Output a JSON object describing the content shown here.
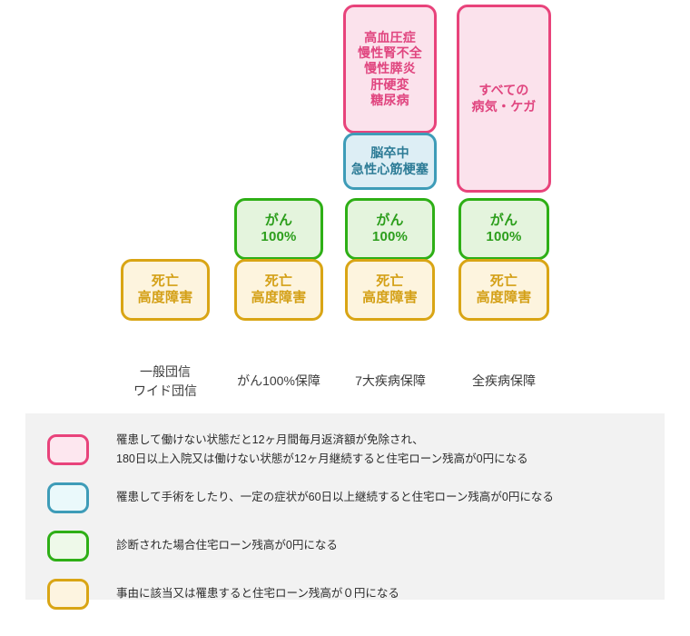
{
  "chart": {
    "columns": [
      {
        "id": "ippan-wide-danshin",
        "label": "一般団信\nワイド団信",
        "boxes": [
          {
            "id": "yellow-death-1",
            "kind": "yellow",
            "text": "死亡\n高度障害"
          }
        ]
      },
      {
        "id": "gan-100-hosho",
        "label": "がん100%保障",
        "boxes": [
          {
            "id": "green-cancer-2",
            "kind": "green",
            "text": "がん\n100%"
          },
          {
            "id": "yellow-death-2",
            "kind": "yellow",
            "text": "死亡\n高度障害"
          }
        ]
      },
      {
        "id": "nanadai-shippei-hosho",
        "label": "7大疾病保障",
        "boxes": [
          {
            "id": "pink-diseases-3",
            "kind": "pink",
            "text": "高血圧症\n慢性腎不全\n慢性膵炎\n肝硬変\n糖尿病"
          },
          {
            "id": "blue-diseases-3",
            "kind": "blue",
            "text": "脳卒中\n急性心筋梗塞"
          },
          {
            "id": "green-cancer-3",
            "kind": "green",
            "text": "がん\n100%"
          },
          {
            "id": "yellow-death-3",
            "kind": "yellow",
            "text": "死亡\n高度障害"
          }
        ]
      },
      {
        "id": "zenshippei-hosho",
        "label": "全疾病保障",
        "boxes": [
          {
            "id": "pink-all-4",
            "kind": "pink",
            "text": "すべての\n病気・ケガ"
          },
          {
            "id": "green-cancer-4",
            "kind": "green",
            "text": "がん\n100%"
          },
          {
            "id": "yellow-death-4",
            "kind": "yellow",
            "text": "死亡\n高度障害"
          }
        ]
      }
    ]
  },
  "legend": {
    "items": [
      {
        "id": "legend-pink",
        "kind": "pink",
        "text": "罹患して働けない状態だと12ヶ月間毎月返済額が免除され、\n180日以上入院又は働けない状態が12ヶ月継続すると住宅ローン残高が0円になる"
      },
      {
        "id": "legend-blue",
        "kind": "blue",
        "text": "罹患して手術をしたり、一定の症状が60日以上継続すると住宅ローン残高が0円になる"
      },
      {
        "id": "legend-green",
        "kind": "green",
        "text": "診断された場合住宅ローン残高が0円になる"
      },
      {
        "id": "legend-yellow",
        "kind": "yellow",
        "text": "事由に該当又は罹患すると住宅ローン残高が０円になる"
      }
    ]
  },
  "colors": {
    "pink_border": "#e8437b",
    "pink_fill": "#fbe2ec",
    "blue_border": "#3e9cb8",
    "blue_fill": "#ddeef5",
    "green_border": "#2eaf16",
    "green_fill": "#e4f4dd",
    "yellow_border": "#d9a515",
    "yellow_fill": "#fdf4de",
    "legend_background": "#f2f2f2",
    "page_background": "#ffffff"
  }
}
